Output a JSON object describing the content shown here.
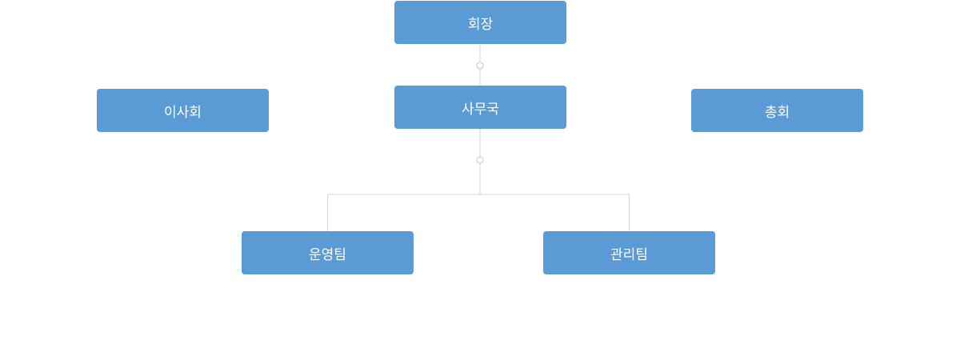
{
  "org_chart": {
    "chairman": "회장",
    "secretariat": "사무국",
    "board": "이사회",
    "general_assembly": "총회",
    "operations_team": "운영팀",
    "management_team": "관리팀"
  },
  "colors": {
    "node_fill": "#5b9bd5",
    "node_text": "#ffffff",
    "connector": "#d6d6d6"
  }
}
